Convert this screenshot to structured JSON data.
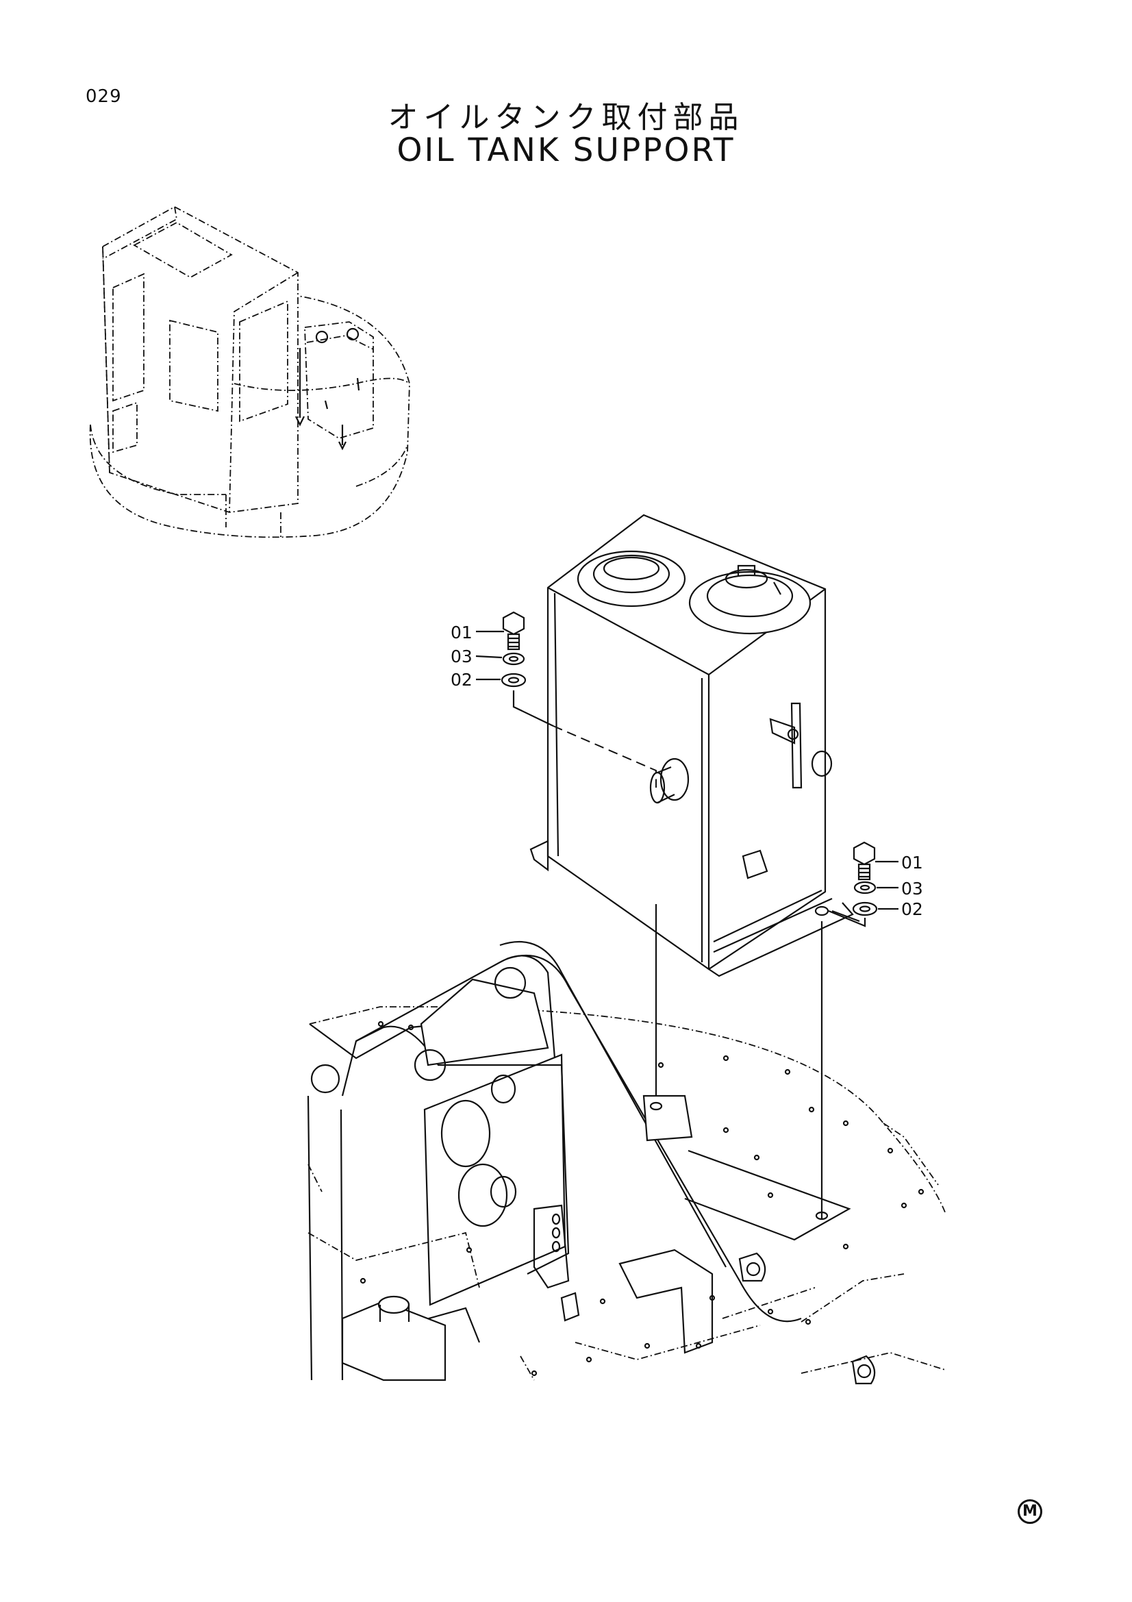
{
  "page": {
    "number": "029",
    "title_jp": "オイルタンク取付部品",
    "title_en": "OIL TANK SUPPORT"
  },
  "callouts": {
    "left": [
      {
        "label": "01"
      },
      {
        "label": "03"
      },
      {
        "label": "02"
      }
    ],
    "right": [
      {
        "label": "01"
      },
      {
        "label": "03"
      },
      {
        "label": "02"
      }
    ]
  },
  "mark": "M"
}
